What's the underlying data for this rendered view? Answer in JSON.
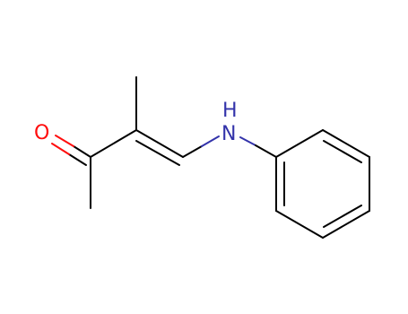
{
  "molecule": {
    "atoms": {
      "oxygen": {
        "symbol": "O",
        "color": "#ff0d0d"
      },
      "nitrogen": {
        "symbol": "H\nN",
        "h_label": "H",
        "n_label": "N",
        "color": "#3333aa"
      }
    },
    "bond_color": "#000000",
    "background": "#ffffff"
  }
}
